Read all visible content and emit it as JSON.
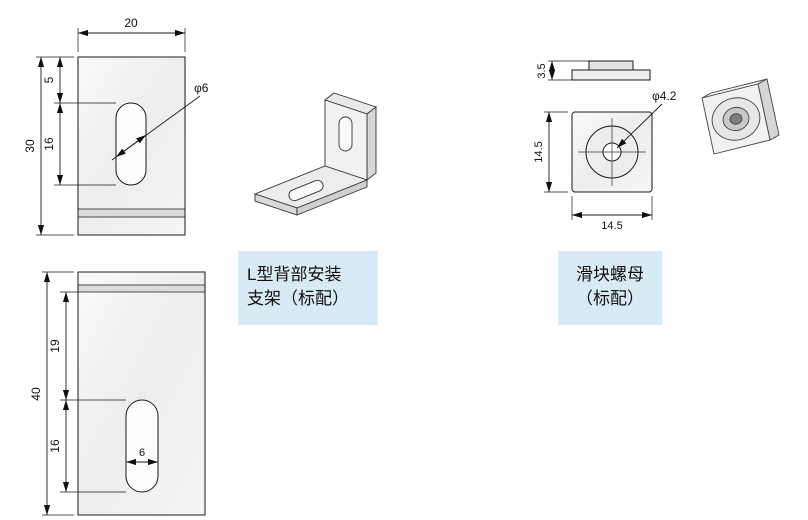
{
  "captions": {
    "bracket": {
      "line1": "L型背部安装",
      "line2": "支架（标配）"
    },
    "nut": {
      "line1": "滑块螺母",
      "line2": "（标配）"
    }
  },
  "dims": {
    "bracket_front": {
      "width": "20",
      "height": "30",
      "top_offset": "5",
      "slot_length": "16",
      "hole": "φ6"
    },
    "bracket_side": {
      "height": "40",
      "upper": "19",
      "lower": "16",
      "slot_width": "6"
    },
    "nut_side": {
      "thickness": "3.5"
    },
    "nut_front": {
      "width": "14.5",
      "height": "14.5",
      "hole": "φ4.2"
    }
  },
  "colors": {
    "caption_bg": "#d8eaf4"
  }
}
